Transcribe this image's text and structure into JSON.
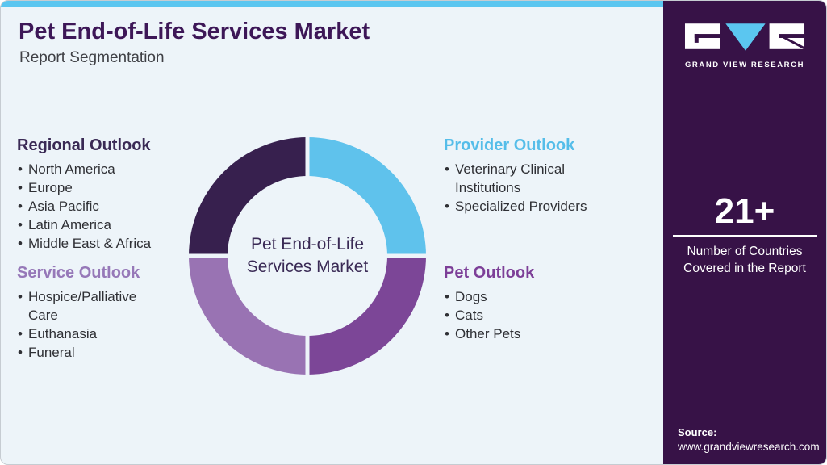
{
  "header": {
    "title": "Pet End-of-Life Services Market",
    "subtitle": "Report Segmentation"
  },
  "sections": {
    "regional": {
      "label": "Regional Outlook",
      "items": [
        "North America",
        "Europe",
        "Asia Pacific",
        "Latin America",
        "Middle East & Africa"
      ]
    },
    "service": {
      "label": "Service Outlook",
      "items": [
        "Hospice/Palliative Care",
        "Euthanasia",
        "Funeral"
      ]
    },
    "provider": {
      "label": "Provider Outlook",
      "items": [
        "Veterinary Clinical Institutions",
        "Specialized Providers"
      ]
    },
    "pet": {
      "label": "Pet Outlook",
      "items": [
        "Dogs",
        "Cats",
        "Other Pets"
      ]
    }
  },
  "chart_data": {
    "type": "pie",
    "donut": true,
    "title": "Pet End-of-Life Services Market",
    "center_label_line1": "Pet End-of-Life",
    "center_label_line2": "Services Market",
    "legend_position": "none",
    "note": "Four equal decorative quadrants, one per segmentation outlook",
    "segments": [
      {
        "label": "Regional Outlook",
        "value": 25,
        "color": "#37204e",
        "position": "top-left"
      },
      {
        "label": "Provider Outlook",
        "value": 25,
        "color": "#5fc2ec",
        "position": "top-right"
      },
      {
        "label": "Pet Outlook",
        "value": 25,
        "color": "#7c4697",
        "position": "bottom-right"
      },
      {
        "label": "Service Outlook",
        "value": 25,
        "color": "#9973b3",
        "position": "bottom-left"
      }
    ]
  },
  "sidebar": {
    "brand": {
      "name": "GRAND VIEW RESEARCH"
    },
    "stat": {
      "value": "21+",
      "caption": "Number of Countries Covered in the Report"
    },
    "source": {
      "label": "Source:",
      "url": "www.grandviewresearch.com"
    }
  },
  "colors": {
    "accent_bar": "#5bc6f0",
    "card_bg": "#edf4f9",
    "sidebar_bg": "#371247",
    "title_text": "#3d1757",
    "regional_heading": "#3a2a55",
    "service_heading": "#9678b8",
    "provider_heading": "#55bde9",
    "pet_heading": "#7d3f98"
  }
}
